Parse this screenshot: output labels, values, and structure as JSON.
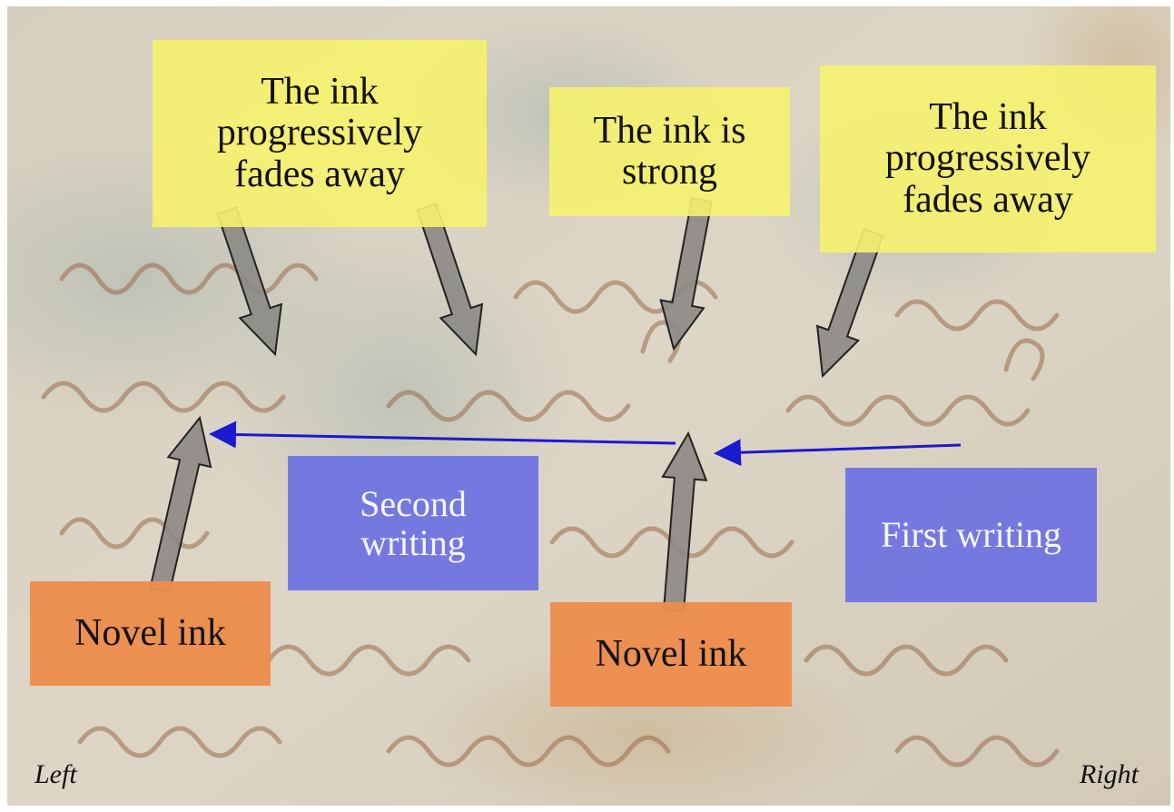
{
  "labels": {
    "fade_left": "The ink progressively fades away",
    "strong": "The ink is strong",
    "fade_right": "The ink progressively fades away",
    "second_writing": "Second writing",
    "first_writing": "First writing",
    "novel_ink_left": "Novel ink",
    "novel_ink_center": "Novel ink",
    "left": "Left",
    "right": "Right"
  },
  "colors": {
    "yellow_box": "#f6f26e",
    "blue_box": "#666ce2",
    "orange_box": "#ec8c4c",
    "arrow_gray": "#8a8784",
    "blue_arrow": "#1a1ad0",
    "parchment": "#d9d1c1",
    "ink": "#9a6a48"
  }
}
